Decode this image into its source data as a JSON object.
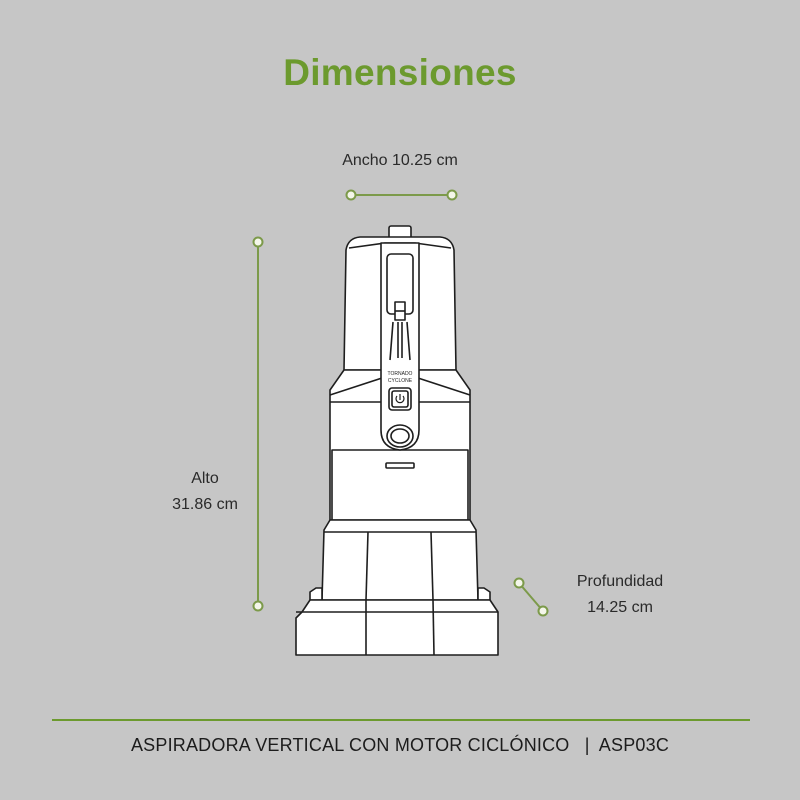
{
  "title": "Dimensiones",
  "dimensions": {
    "width": {
      "label": "Ancho",
      "value": "10.25 cm",
      "text": "Ancho 10.25 cm"
    },
    "height": {
      "label": "Alto",
      "value": "31.86 cm"
    },
    "depth": {
      "label": "Profundidad",
      "value": "14.25 cm"
    }
  },
  "product": {
    "switch_label_top": "TORNADO",
    "switch_label_bottom": "CYCLONE",
    "power_icon": "power-icon"
  },
  "footer": {
    "product_name": "ASPIRADORA VERTICAL CON MOTOR CICLÓNICO",
    "separator": "|",
    "model": "ASP03C",
    "text": "ASPIRADORA VERTICAL CON MOTOR CICLÓNICO  | ASP03C"
  },
  "colors": {
    "background": "#c6c6c6",
    "accent_green": "#6c9a2e",
    "dimension_line": "#7c9a4a",
    "text": "#222222",
    "product_fill": "#ffffff",
    "product_stroke": "#1e1e1e"
  }
}
